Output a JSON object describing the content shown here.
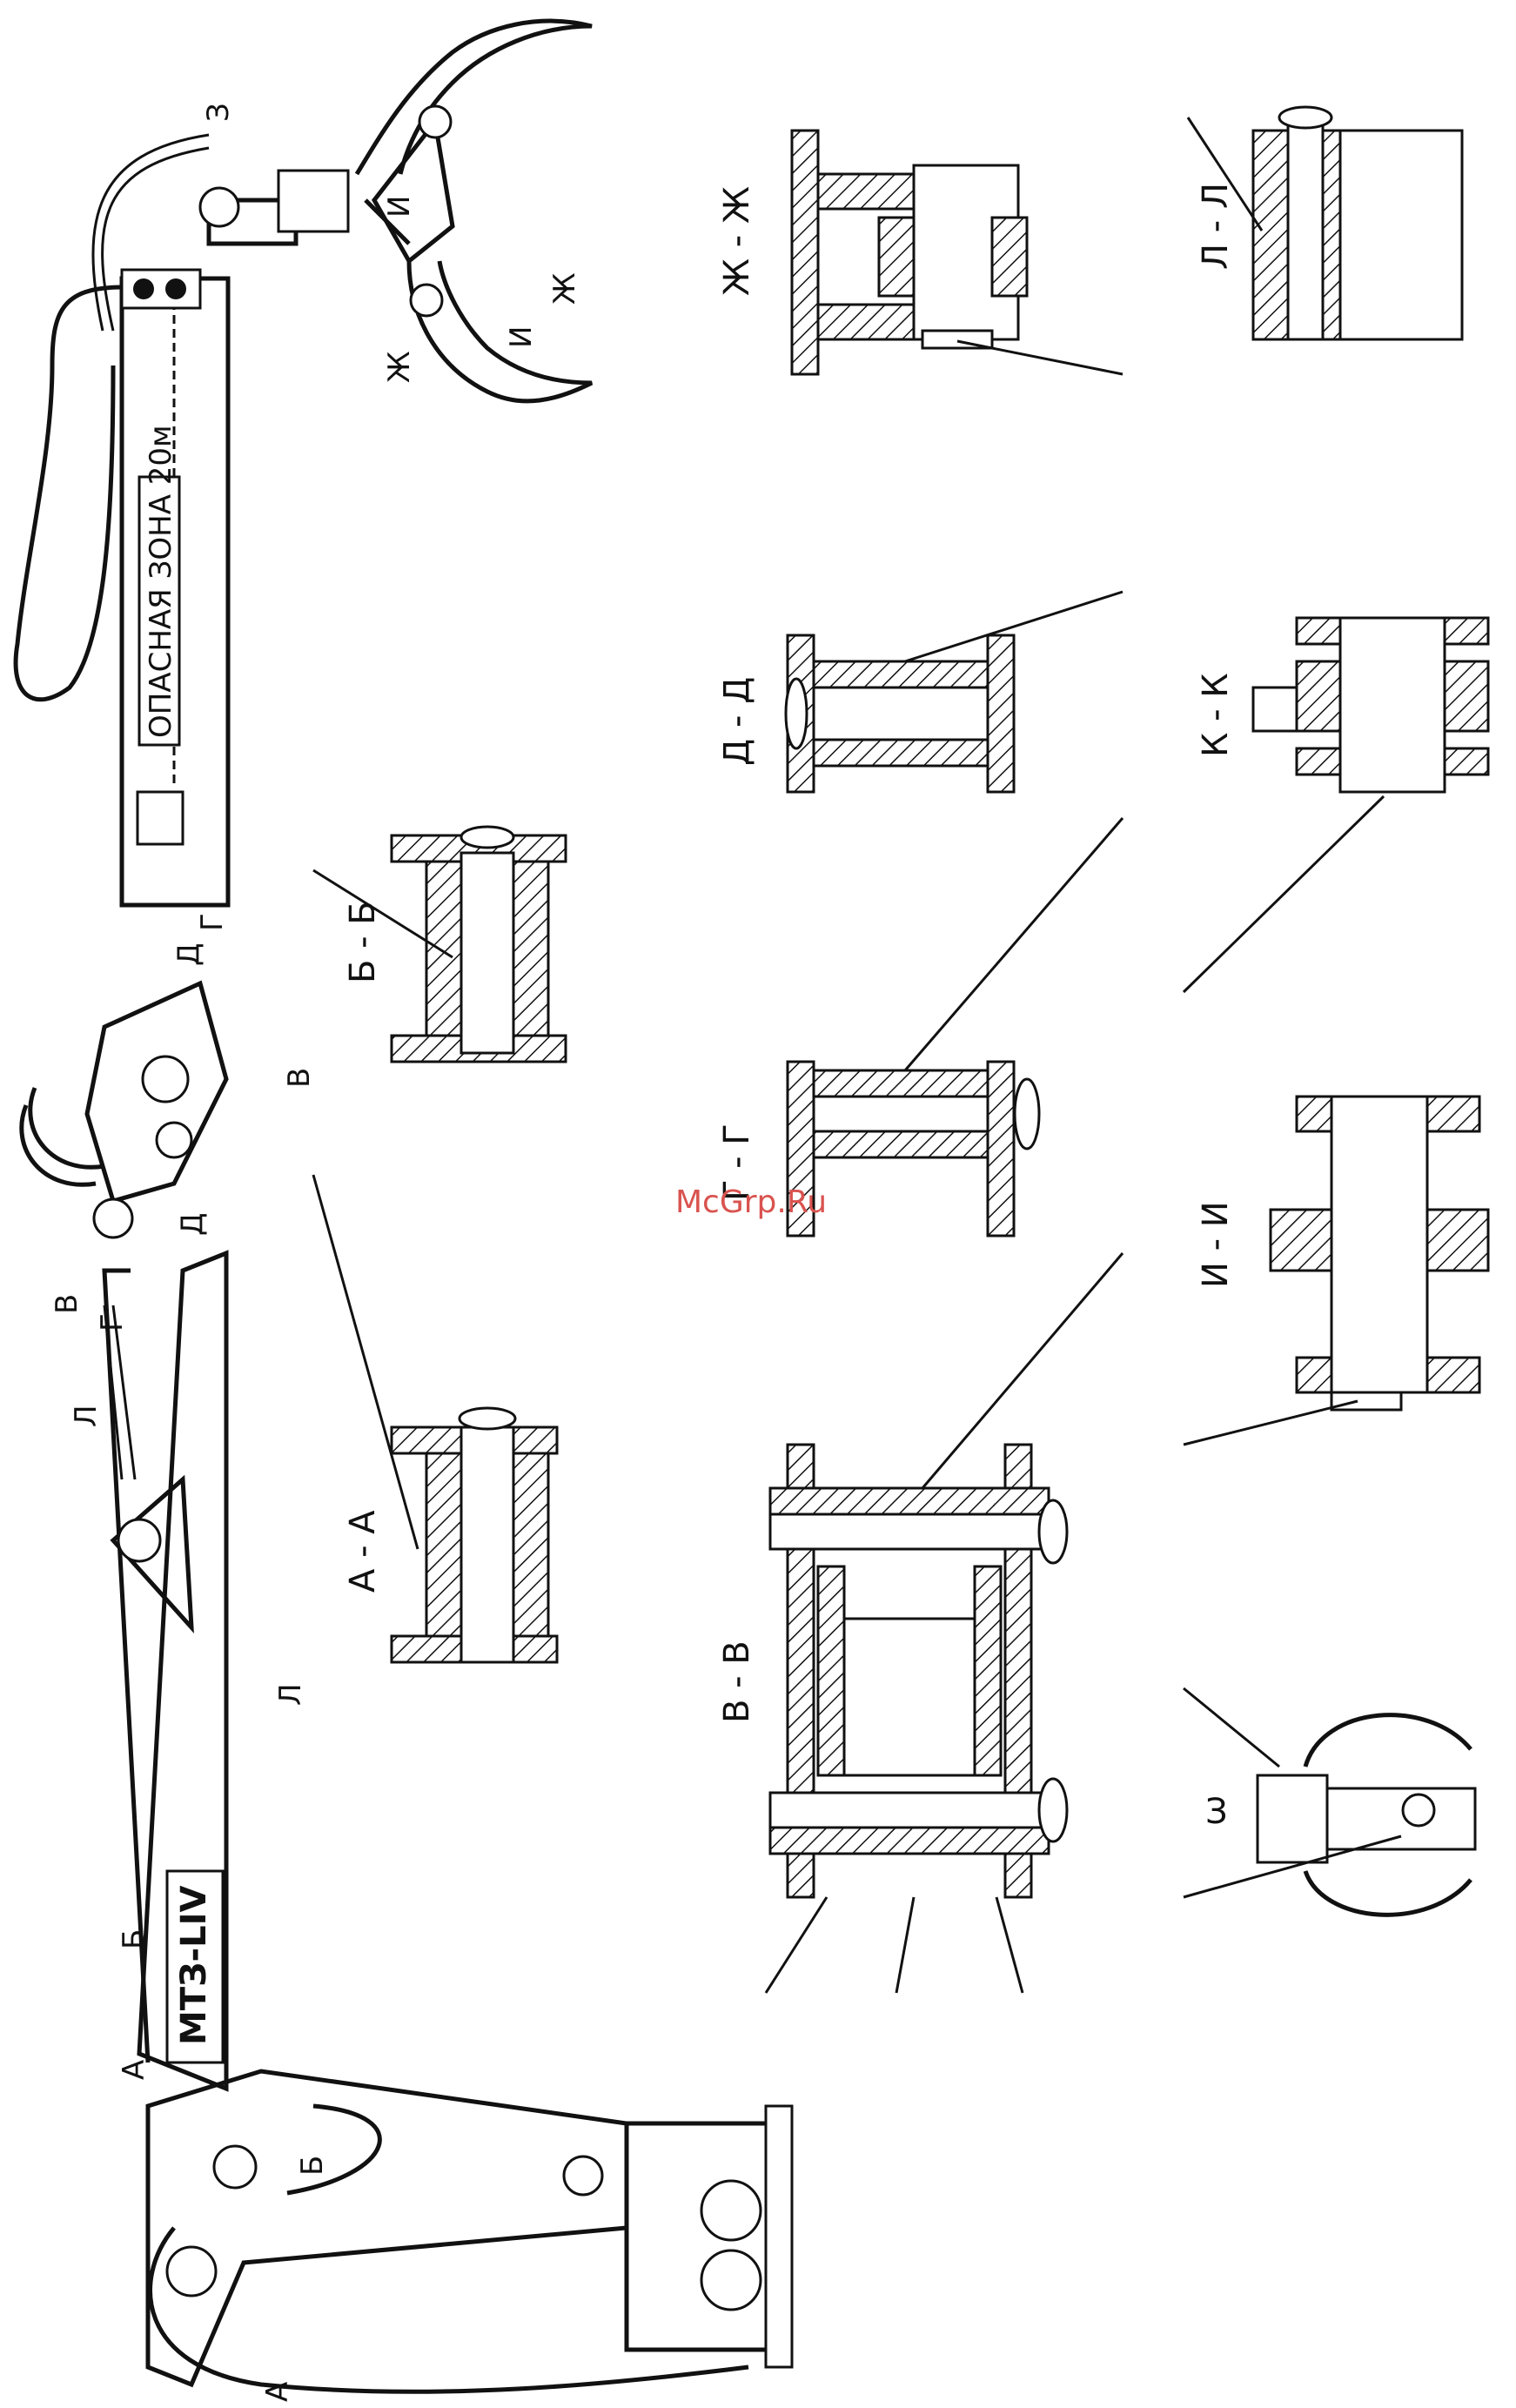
{
  "watermark": "McGrp.Ru",
  "boom_labels": {
    "danger_zone": "ОПАСНАЯ ЗОНА 20м",
    "model": "МТЗ-LIV"
  },
  "section_titles": {
    "zh": "Ж - Ж",
    "l": "Л - Л",
    "d": "Д - Д",
    "k": "К - К",
    "b": "Б - Б",
    "g": "Г - Г",
    "i": "И - И",
    "a": "А - А",
    "v": "В - В",
    "z": "З"
  },
  "cut_marks": {
    "z_top": "З",
    "i1": "И",
    "i2": "И",
    "zh1": "Ж",
    "zh2": "Ж",
    "g1": "Г",
    "d1": "Д",
    "v1": "В",
    "d2": "Д",
    "v2": "В",
    "g2": "Г",
    "l1": "Л",
    "l2": "Л",
    "b1": "Б",
    "a1": "А",
    "b2": "Б",
    "a2": "А"
  }
}
